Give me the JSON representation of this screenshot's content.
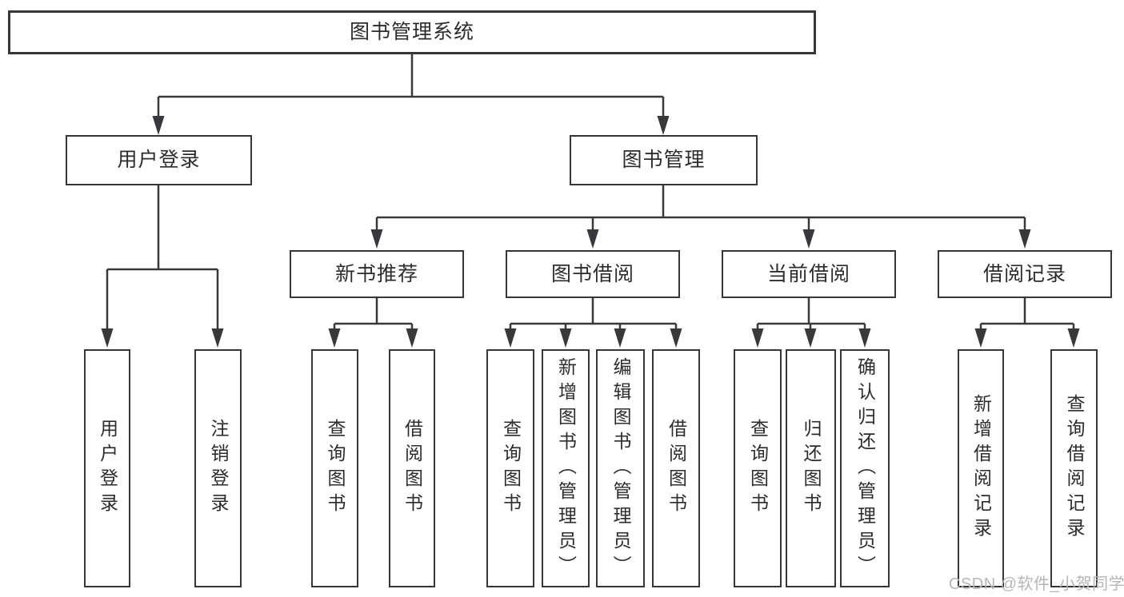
{
  "tree": {
    "root": {
      "label": "图书管理系统"
    },
    "branches": [
      {
        "label": "用户登录",
        "children": [
          {
            "label": "用户登录"
          },
          {
            "label": "注销登录"
          }
        ]
      },
      {
        "label": "图书管理",
        "children": [
          {
            "label": "新书推荐",
            "children": [
              {
                "label": "查询图书"
              },
              {
                "label": "借阅图书"
              }
            ]
          },
          {
            "label": "图书借阅",
            "children": [
              {
                "label": "查询图书"
              },
              {
                "label": "新增图书（管理员）"
              },
              {
                "label": "编辑图书（管理员）"
              },
              {
                "label": "借阅图书"
              }
            ]
          },
          {
            "label": "当前借阅",
            "children": [
              {
                "label": "查询图书"
              },
              {
                "label": "归还图书"
              },
              {
                "label": "确认归还（管理员）"
              }
            ]
          },
          {
            "label": "借阅记录",
            "children": [
              {
                "label": "新增借阅记录"
              },
              {
                "label": "查询借阅记录"
              }
            ]
          }
        ]
      }
    ]
  },
  "watermark": {
    "text": "CSDN @软件_小贺同学"
  },
  "colors": {
    "line": "#39393d",
    "box_border": "#36363a",
    "text": "#2c2c2e",
    "watermark": "#b6b6b8",
    "background": "#ffffff"
  }
}
